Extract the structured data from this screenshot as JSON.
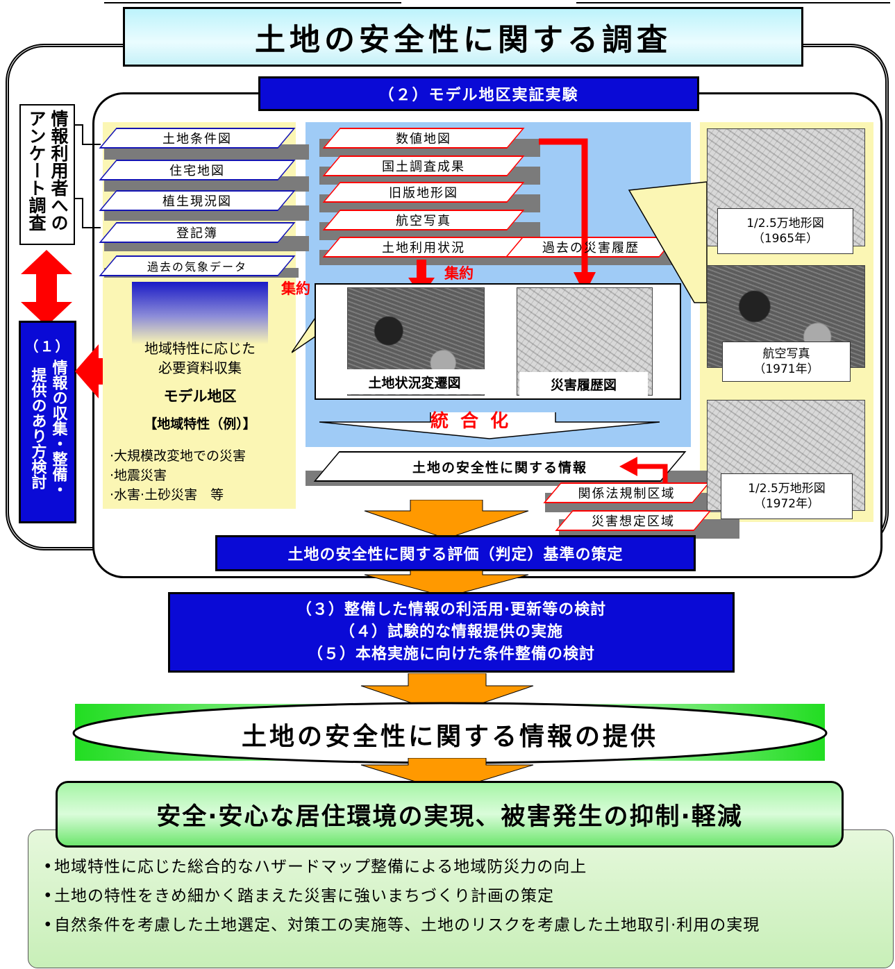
{
  "title": "土地の安全性に関する調査",
  "section2_label": "（２）モデル地区実証実験",
  "left_survey_label": "情報利用者へのアンケート調査",
  "left_survey_lines": [
    "情報利用者への",
    "アンケート調査"
  ],
  "section1_label_line1": "（１）",
  "section1_label_cols": [
    "情報の収集・整備・",
    "提供のあり方検討"
  ],
  "left_sources": [
    "土地条件図",
    "住宅地図",
    "植生現況図",
    "登記簿",
    "過去の気象データ"
  ],
  "center_sources": [
    "数値地図",
    "国土調査成果",
    "旧版地形図",
    "航空写真",
    "土地利用状況"
  ],
  "disaster_history_label": "過去の災害履歴",
  "aggregate_label": "集約",
  "collect_text_lines": [
    "地域特性に応じた",
    "必要資料収集"
  ],
  "model_area_label": "モデル地区",
  "area_characteristics_label": "【地域特性（例）】",
  "examples": [
    "·大規模改変地での災害",
    "·地震災害",
    "·水害·土砂災害　等"
  ],
  "map_change_label": "土地状況変遷図",
  "disaster_map_label": "災害履歴図",
  "integration_label": "統 合 化",
  "safety_info_label": "土地の安全性に関する情報",
  "regulation_area_label": "関係法規制区域",
  "assumed_disaster_label": "災害想定区域",
  "right_captions": [
    {
      "name": "1/2.5万地形図",
      "year": "（1965年）"
    },
    {
      "name": "航空写真",
      "year": "（1971年）"
    },
    {
      "name": "1/2.5万地形図",
      "year": "（1972年）"
    }
  ],
  "criteria_label": "土地の安全性に関する評価（判定）基準の策定",
  "next_steps": [
    "（３）整備した情報の利活用·更新等の検討",
    "（４）試験的な情報提供の実施",
    "（５）本格実施に向けた条件整備の検討"
  ],
  "provision_label": "土地の安全性に関する情報の提供",
  "goal_label": "安全·安心な居住環境の実現、被害発生の抑制·軽減",
  "goal_bullets": [
    "地域特性に応じた総合的なハザードマップ整備による地域防災力の向上",
    "土地の特性をきめ細かく踏まえた災害に強いまちづくり計画の策定",
    "自然条件を考慮した土地選定、対策工の実施等、土地のリスクを考慮した土地取引·利用の実現"
  ]
}
